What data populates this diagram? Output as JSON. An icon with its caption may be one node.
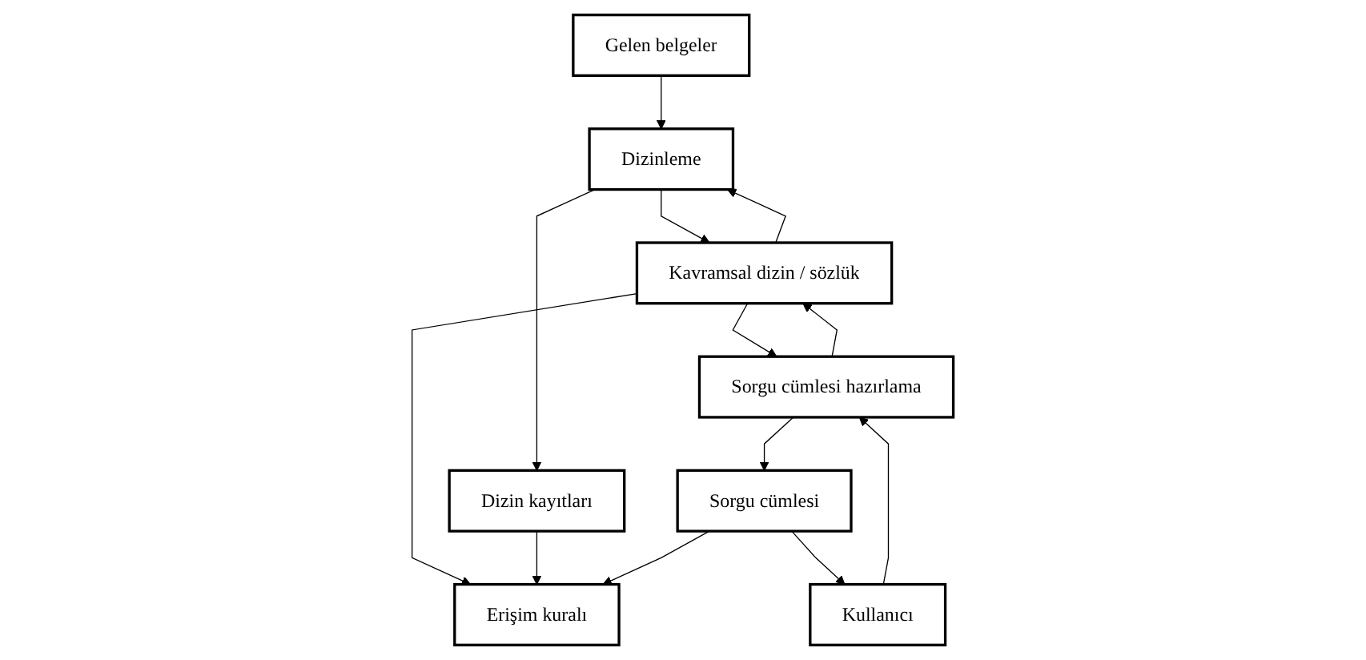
{
  "diagram": {
    "nodes": [
      {
        "text": [
          "Gelen belgeler"
        ]
      },
      {
        "text": [
          "Kullanıcı"
        ]
      },
      {
        "text": [
          "Dizinleme"
        ]
      },
      {
        "text": [
          "Kavramsal dizin / sözlük"
        ]
      },
      {
        "text": [
          "Sorgu cümlesi hazırlama"
        ]
      },
      {
        "text": [
          "Dizin kayıtları"
        ]
      },
      {
        "text": [
          "Erişim kuralı"
        ]
      },
      {
        "text": [
          "Sorgu cümlesi"
        ]
      }
    ],
    "edges": [
      {
        "from": 0,
        "to": 2,
        "arrow": "to"
      },
      {
        "from": 1,
        "to": 4,
        "arrow": "to"
      },
      {
        "from": 2,
        "to": 3,
        "arrow": "to"
      },
      {
        "from": 3,
        "to": 2,
        "arrow": "to"
      },
      {
        "from": 3,
        "to": 4,
        "arrow": "to"
      },
      {
        "from": 4,
        "to": 3,
        "arrow": "to"
      },
      {
        "from": 2,
        "to": 5,
        "arrow": "to"
      },
      {
        "from": 3,
        "to": 6,
        "arrow": "to"
      },
      {
        "from": 4,
        "to": 7,
        "arrow": "to"
      },
      {
        "from": 5,
        "to": 6,
        "arrow": "to"
      },
      {
        "from": 7,
        "to": 6,
        "arrow": "to"
      },
      {
        "from": 7,
        "to": 1,
        "arrow": "to"
      }
    ]
  }
}
